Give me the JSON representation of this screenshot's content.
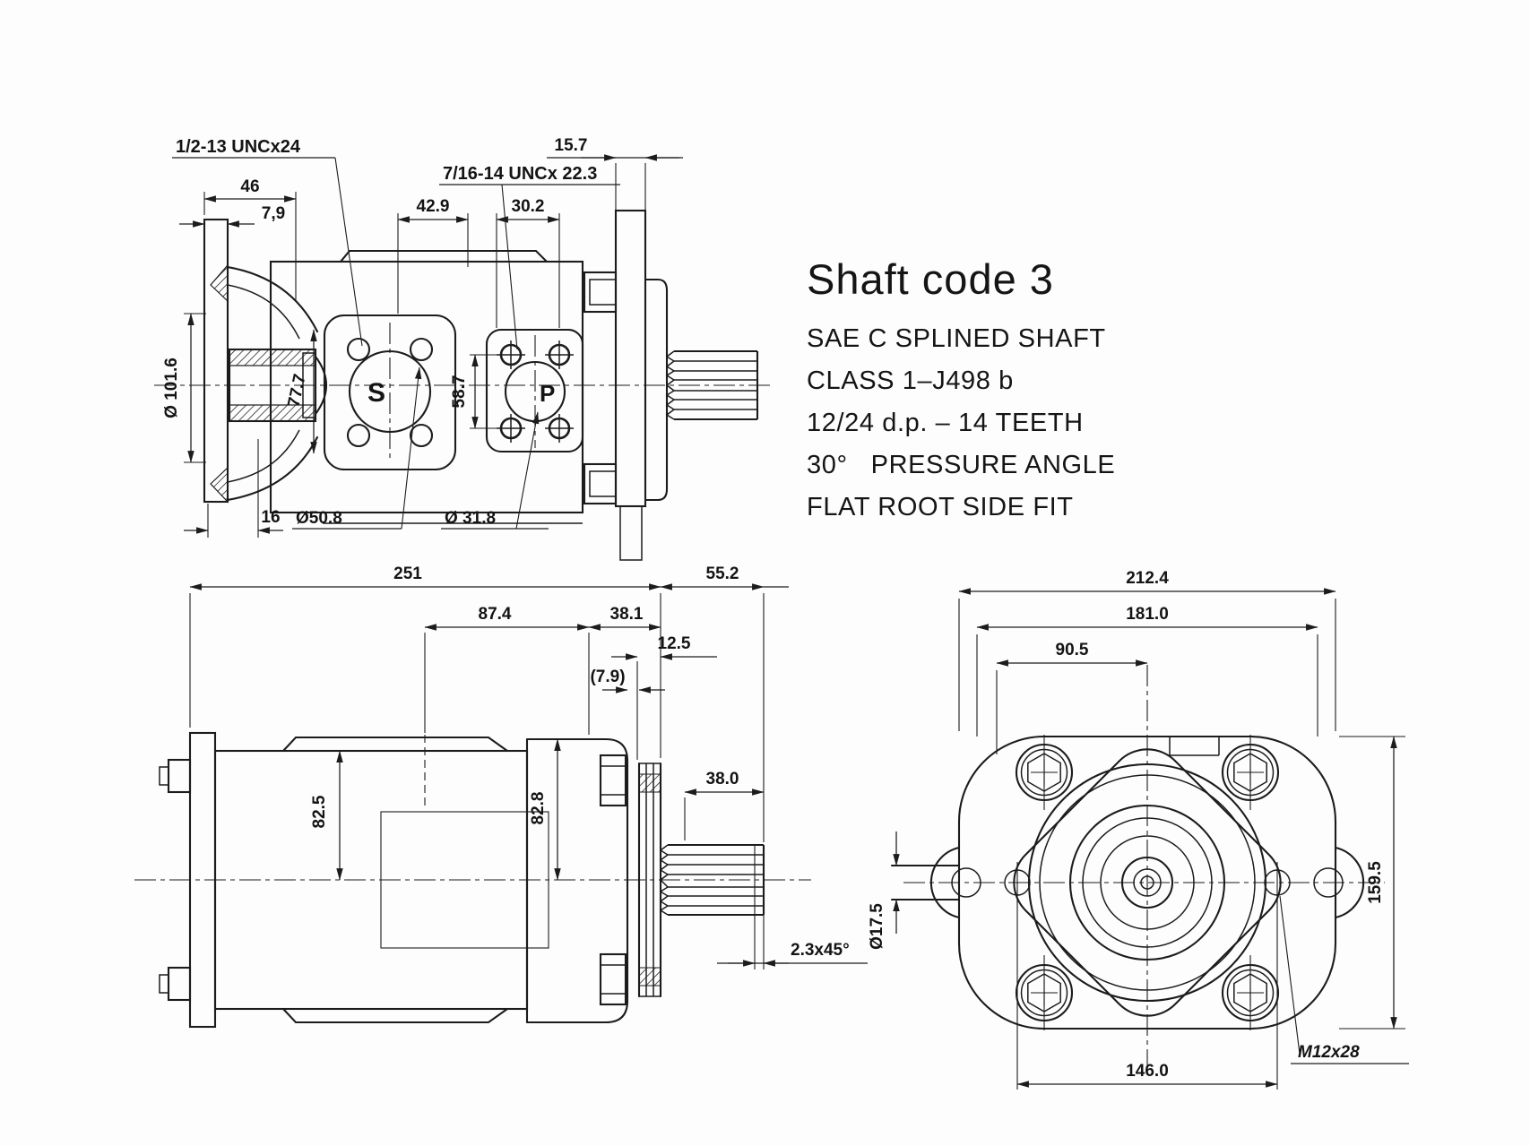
{
  "note_block": {
    "title": "Shaft code 3",
    "lines": [
      "SAE C SPLINED SHAFT",
      "CLASS 1–J498 b",
      "12/24 d.p. – 14 TEETH",
      "30°   PRESSURE ANGLE",
      "FLAT ROOT SIDE FIT"
    ]
  },
  "front_view": {
    "labels": {
      "thread_left": "1/2-13 UNCx24",
      "thread_right": "7/16-14 UNCx 22.3",
      "w46": "46",
      "w7_9": "7,9",
      "w42_9": "42.9",
      "w30_2": "30.2",
      "w15_7": "15.7",
      "dia101_6": "Ø 101.6",
      "h77_7": "77.7",
      "h58_7": "58.7",
      "w16": "16",
      "dia50_8": "Ø50.8",
      "dia31_8": "Ø 31.8",
      "port_s": "S",
      "port_p": "P"
    }
  },
  "side_view": {
    "labels": {
      "w251": "251",
      "w55_2": "55.2",
      "w87_4": "87.4",
      "w38_1": "38.1",
      "w12_5": "12.5",
      "w7_9_ref": "(7.9)",
      "w38_0": "38.0",
      "h82_5": "82.5",
      "h82_8": "82.8",
      "chamfer": "2.3x45°"
    }
  },
  "rear_view": {
    "labels": {
      "w212_4": "212.4",
      "w181_0": "181.0",
      "w90_5": "90.5",
      "h159_5": "159.5",
      "dia17_5": "Ø17.5",
      "w146_0": "146.0",
      "thread": "M12x28"
    }
  }
}
